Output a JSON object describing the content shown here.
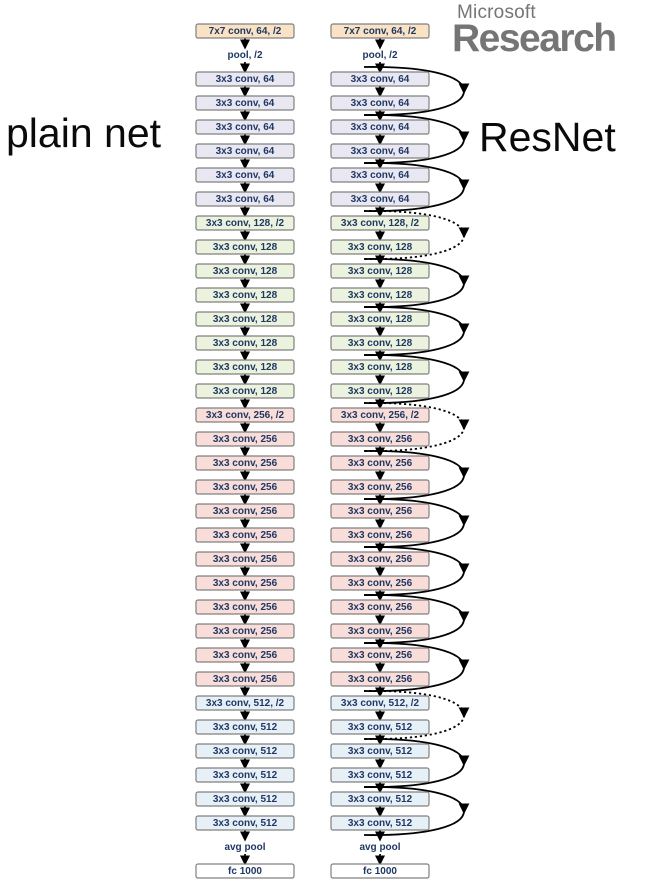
{
  "branding": {
    "line1": "Microsoft",
    "line2": "Research"
  },
  "captions": {
    "left": "plain net",
    "right": "ResNet"
  },
  "colors": {
    "stem": "#fae2c4",
    "conv64": "#e9e8f2",
    "conv128": "#ebf2dd",
    "conv256": "#f8ddd8",
    "conv512": "#e8f0f7",
    "fc": "#ffffff",
    "box_border": "#808080",
    "box_text": "#1f3864",
    "arrow": "#000000",
    "brand": "#757575",
    "caption": "#0a0a0a"
  },
  "columns": [
    {
      "name": "plain-net",
      "skip_connections": false
    },
    {
      "name": "resnet",
      "skip_connections": true
    }
  ],
  "network": {
    "stem_label": "7x7 conv, 64, /2",
    "pool_label": "pool, /2",
    "stages": [
      {
        "first_label": "3x3 conv, 64",
        "label": "3x3 conv, 64",
        "count": 6,
        "color_key": "conv64",
        "strided_entry": false
      },
      {
        "first_label": "3x3 conv, 128, /2",
        "label": "3x3 conv, 128",
        "count": 8,
        "color_key": "conv128",
        "strided_entry": true
      },
      {
        "first_label": "3x3 conv, 256, /2",
        "label": "3x3 conv, 256",
        "count": 12,
        "color_key": "conv256",
        "strided_entry": true
      },
      {
        "first_label": "3x3 conv, 512, /2",
        "label": "3x3 conv, 512",
        "count": 6,
        "color_key": "conv512",
        "strided_entry": true
      }
    ],
    "avgpool_label": "avg pool",
    "fc_label": "fc 1000"
  }
}
